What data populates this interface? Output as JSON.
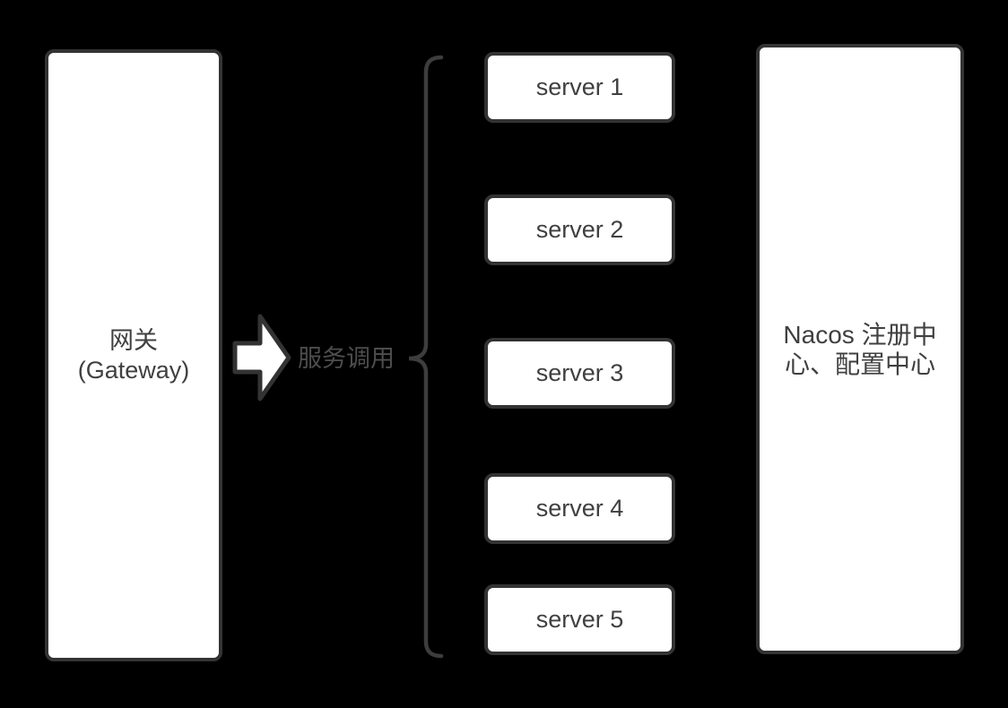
{
  "diagram": {
    "background_color": "#000000",
    "node_fill_color": "#ffffff",
    "node_border_color": "#333333",
    "node_text_color": "#404040",
    "label_text_color": "#4d4d4d",
    "brace_color": "#3d3d3d"
  },
  "gateway": {
    "lines": [
      "网关",
      "(Gateway)"
    ]
  },
  "arrow": {
    "icon": "block-arrow-right",
    "label": "服务调用"
  },
  "brace": {
    "icon": "left-curly-brace"
  },
  "servers": [
    {
      "label": "server 1"
    },
    {
      "label": "server 2"
    },
    {
      "label": "server 3"
    },
    {
      "label": "server 4"
    },
    {
      "label": "server 5"
    }
  ],
  "nacos": {
    "lines": [
      "Nacos 注册中",
      "心、配置中心"
    ]
  }
}
